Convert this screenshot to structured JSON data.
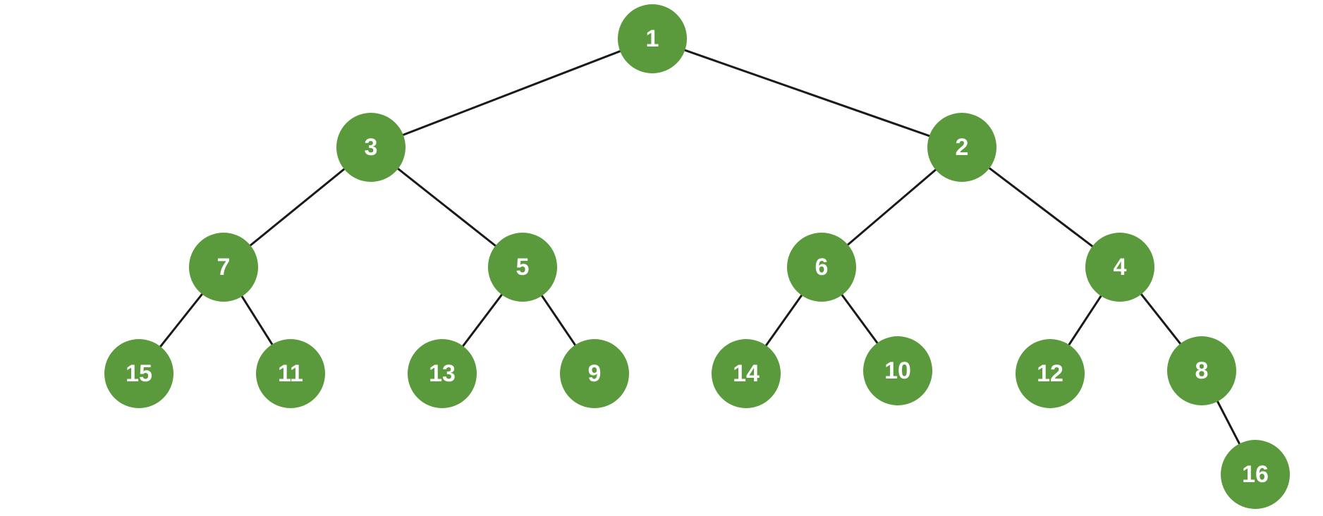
{
  "tree": {
    "node_color": "#5b9a3c",
    "label_color": "#ffffff",
    "edge_color": "#1a1a1a",
    "nodes": [
      {
        "id": "n1",
        "label": "1"
      },
      {
        "id": "n3",
        "label": "3"
      },
      {
        "id": "n2",
        "label": "2"
      },
      {
        "id": "n7",
        "label": "7"
      },
      {
        "id": "n5",
        "label": "5"
      },
      {
        "id": "n6",
        "label": "6"
      },
      {
        "id": "n4",
        "label": "4"
      },
      {
        "id": "n15",
        "label": "15"
      },
      {
        "id": "n11",
        "label": "11"
      },
      {
        "id": "n13",
        "label": "13"
      },
      {
        "id": "n9",
        "label": "9"
      },
      {
        "id": "n14",
        "label": "14"
      },
      {
        "id": "n10",
        "label": "10"
      },
      {
        "id": "n12",
        "label": "12"
      },
      {
        "id": "n8",
        "label": "8"
      },
      {
        "id": "n16",
        "label": "16"
      }
    ],
    "edges": [
      {
        "from": "n1",
        "to": "n3"
      },
      {
        "from": "n1",
        "to": "n2"
      },
      {
        "from": "n3",
        "to": "n7"
      },
      {
        "from": "n3",
        "to": "n5"
      },
      {
        "from": "n2",
        "to": "n6"
      },
      {
        "from": "n2",
        "to": "n4"
      },
      {
        "from": "n7",
        "to": "n15"
      },
      {
        "from": "n7",
        "to": "n11"
      },
      {
        "from": "n5",
        "to": "n13"
      },
      {
        "from": "n5",
        "to": "n9"
      },
      {
        "from": "n6",
        "to": "n14"
      },
      {
        "from": "n6",
        "to": "n10"
      },
      {
        "from": "n4",
        "to": "n12"
      },
      {
        "from": "n4",
        "to": "n8"
      },
      {
        "from": "n8",
        "to": "n16"
      }
    ]
  }
}
